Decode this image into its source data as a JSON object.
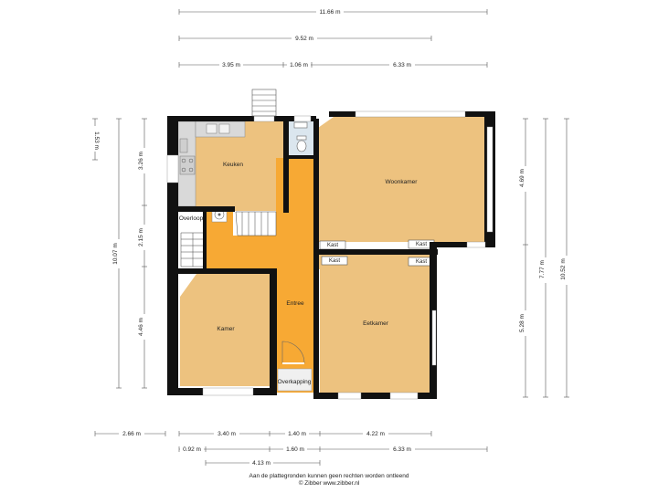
{
  "dimensions": {
    "top_total": "11.66 m",
    "top_mid": "9.52 m",
    "top_left": "3.95 m",
    "top_center": "1.06 m",
    "top_right": "6.33 m",
    "bottom_left_offset": "2.66 m",
    "bottom_a": "3.40 m",
    "bottom_b": "1.40 m",
    "bottom_c": "4.22 m",
    "bottom_d": "0.92 m",
    "bottom_e": "1.60 m",
    "bottom_f": "6.33 m",
    "bottom_total": "4.13 m",
    "left_top": "1.53 m",
    "left_total": "10.07 m",
    "left_a": "3.26 m",
    "left_b": "2.15 m",
    "left_c": "4.46 m",
    "right_a": "4.69 m",
    "right_b": "5.28 m",
    "right_c": "7.77 m",
    "right_total": "10.52 m"
  },
  "rooms": {
    "keuken": "Keuken",
    "woonkamer": "Woonkamer",
    "overloop": "Overloop",
    "entree": "Entree",
    "kamer": "Kamer",
    "eetkamer": "Eetkamer",
    "overkapping": "Overkapping",
    "kast1": "Kast",
    "kast2": "Kast",
    "kast3": "Kast",
    "kast4": "Kast"
  },
  "colors": {
    "room_fill": "#EDC27F",
    "hall_fill": "#F7A934",
    "wall": "#111111",
    "kitchen_counter": "#D9D9D9"
  },
  "footer": {
    "line1": "Aan de plattegronden kunnen geen rechten worden ontleend",
    "line2": "© Zibber www.zibber.nl"
  }
}
